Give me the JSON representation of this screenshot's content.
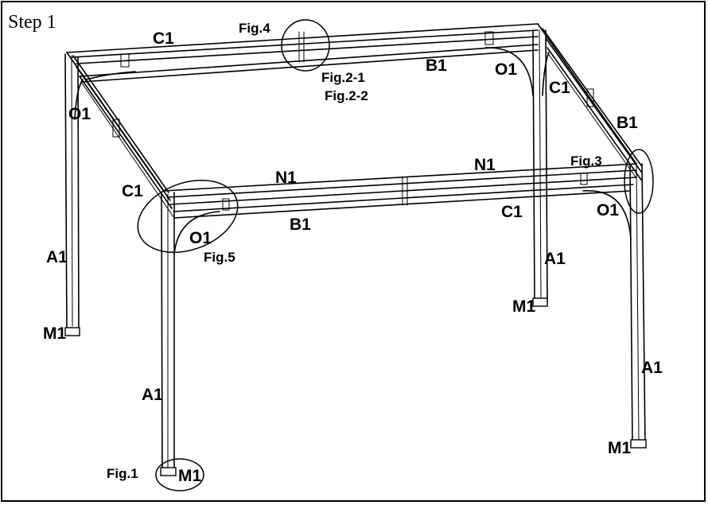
{
  "step_title": "Step 1",
  "parts": {
    "a1": "A1",
    "b1": "B1",
    "c1": "C1",
    "n1": "N1",
    "o1": "O1",
    "m1": "M1"
  },
  "figures": {
    "fig1": "Fig.1",
    "fig2_1": "Fig.2-1",
    "fig2_2": "Fig.2-2",
    "fig3": "Fig.3",
    "fig4": "Fig.4",
    "fig5": "Fig.5"
  }
}
